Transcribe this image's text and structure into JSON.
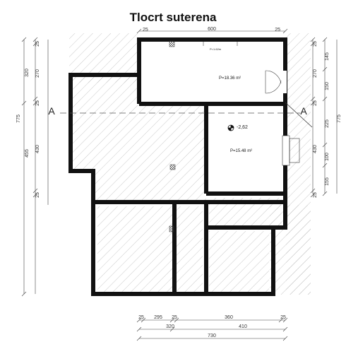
{
  "title": "Tlocrt suterena",
  "section_marker": "A",
  "elevation": "-2,62",
  "rooms": {
    "upper_area": "P=18.36 m²",
    "middle_area": "P=15.48 m²",
    "window_note": "P=1.62m"
  },
  "dims": {
    "top": "600",
    "top_25": "25",
    "bottom_row1": [
      "25",
      "295",
      "25",
      "360",
      "25"
    ],
    "bottom_row2": [
      "320",
      "410"
    ],
    "bottom_row3": "730",
    "left_outer": [
      "320",
      "455"
    ],
    "left_total": "775",
    "left_inner": [
      "25",
      "270",
      "25",
      "430",
      "25"
    ],
    "right_inner": [
      "25",
      "270",
      "25",
      "430",
      "25"
    ],
    "right_outer": [
      "145",
      "150",
      "225",
      "100",
      "155"
    ],
    "right_total": "775"
  }
}
